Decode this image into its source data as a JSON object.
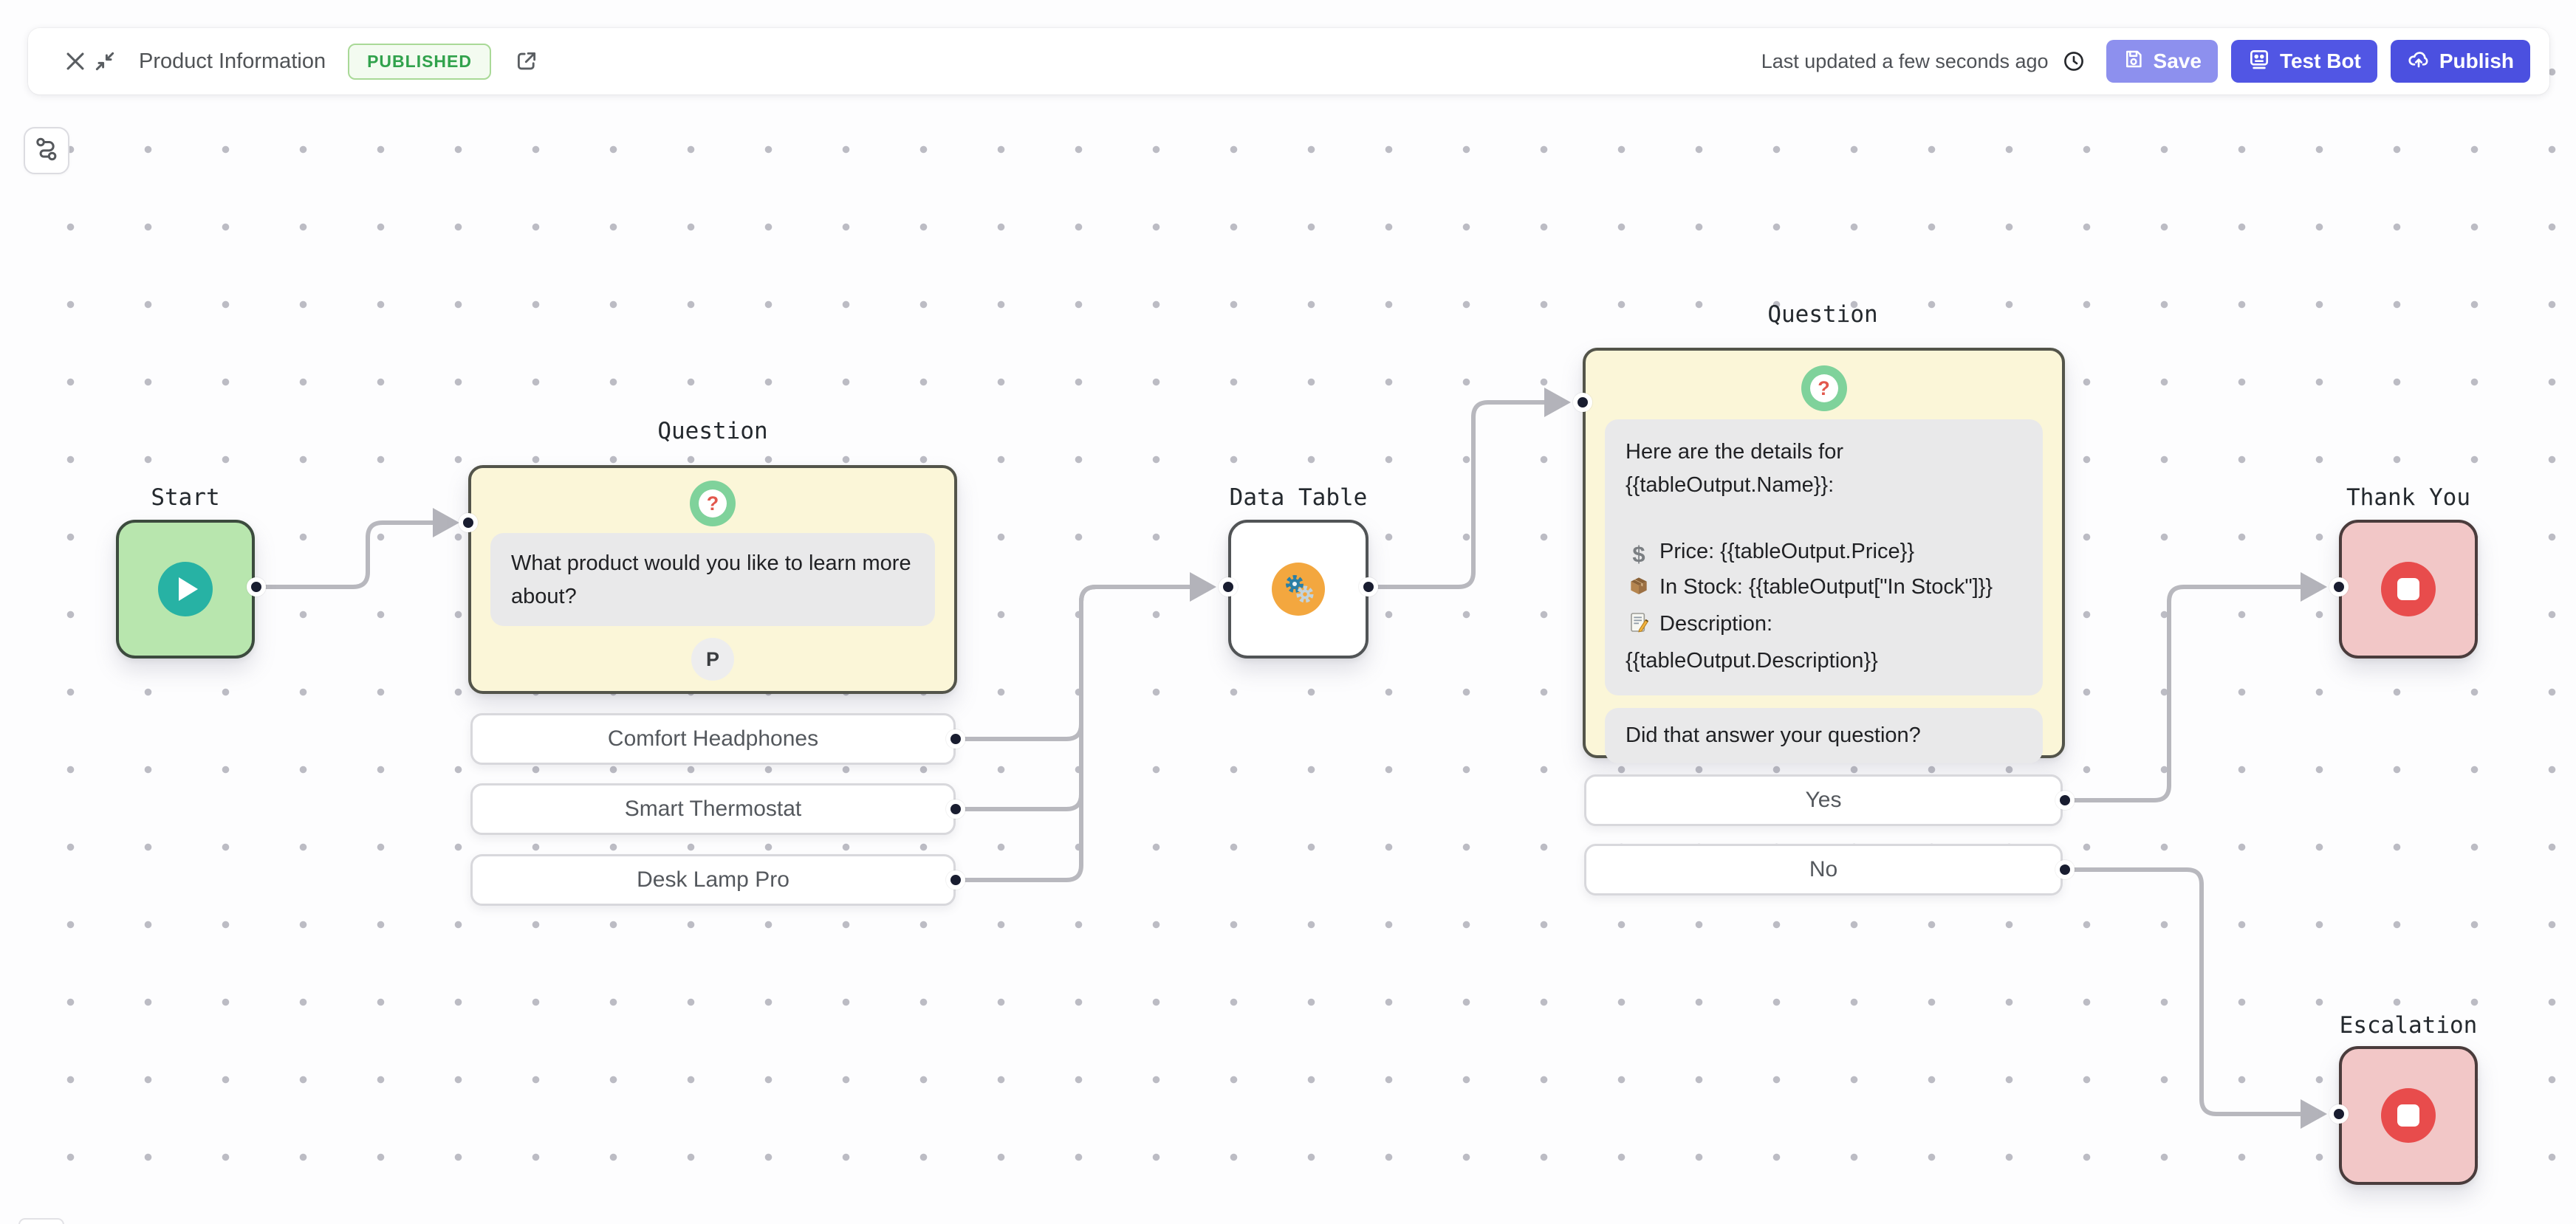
{
  "header": {
    "title": "Product Information",
    "status": "PUBLISHED",
    "last_updated": "Last updated a few seconds ago",
    "save": "Save",
    "test_bot": "Test Bot",
    "publish": "Publish"
  },
  "nodes": {
    "start": {
      "label": "Start"
    },
    "product_question": {
      "label": "Question",
      "prompt": "What product would you like to learn more about?",
      "avatar": "P",
      "options": [
        "Comfort Headphones",
        "Smart Thermostat",
        "Desk Lamp Pro"
      ]
    },
    "data_table": {
      "label": "Data Table"
    },
    "details_question": {
      "label": "Question",
      "intro": "Here are the details for {{tableOutput.Name}}:",
      "details": [
        {
          "icon": "dollar-icon",
          "icon_char": "$",
          "text": "Price: {{tableOutput.Price}}"
        },
        {
          "icon": "package-icon",
          "text": "In Stock: {{tableOutput[\"In Stock\"]}}"
        },
        {
          "icon": "memo-icon",
          "text": "Description: {{tableOutput.Description}}"
        }
      ],
      "followup": "Did that answer your question?",
      "options": [
        "Yes",
        "No"
      ]
    },
    "thank_you": {
      "label": "Thank You"
    },
    "escalation": {
      "label": "Escalation"
    }
  },
  "colors": {
    "accent_indigo": "#4b50e0",
    "accent_indigo_light": "#8d90ee",
    "published_green": "#31a24c",
    "start_green": "#b8e6ae",
    "teal_play": "#27b2a4",
    "question_yellow": "#fbf6d8",
    "question_icon_green": "#7fd29b",
    "end_pink": "#f2c7c7",
    "end_red": "#e84c4c",
    "datatable_orange": "#f3a73f",
    "wire_gray": "#b8b8be",
    "port_navy": "#191d30"
  }
}
